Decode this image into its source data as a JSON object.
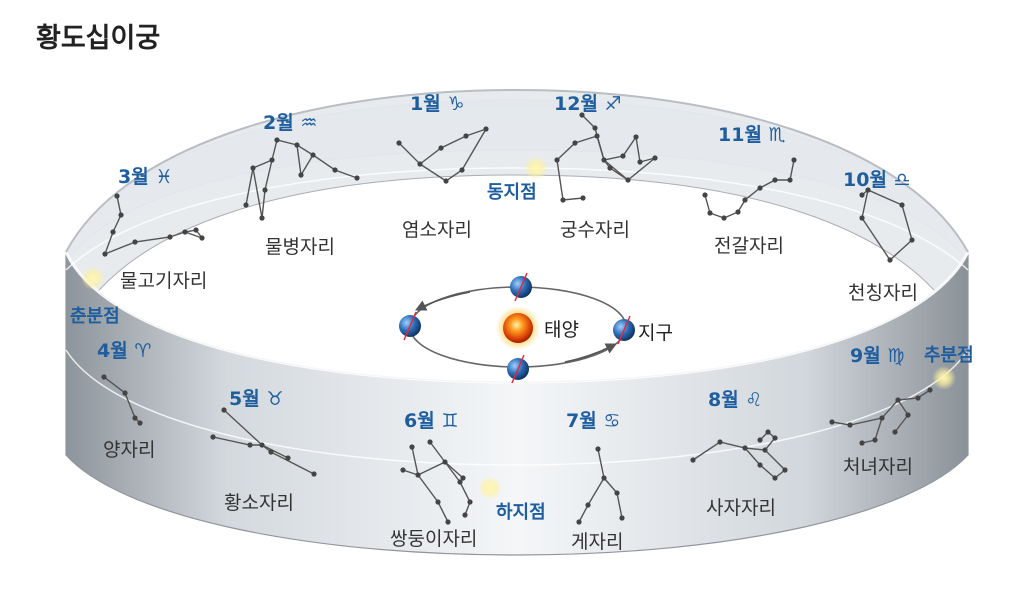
{
  "title": "황도십이궁",
  "months": [
    {
      "label": "1월",
      "sym": "♑"
    },
    {
      "label": "2월",
      "sym": "♒"
    },
    {
      "label": "3월",
      "sym": "♓"
    },
    {
      "label": "4월",
      "sym": "♈"
    },
    {
      "label": "5월",
      "sym": "♉"
    },
    {
      "label": "6월",
      "sym": "♊"
    },
    {
      "label": "7월",
      "sym": "♋"
    },
    {
      "label": "8월",
      "sym": "♌"
    },
    {
      "label": "9월",
      "sym": "♍"
    },
    {
      "label": "10월",
      "sym": "♎"
    },
    {
      "label": "11월",
      "sym": "♏"
    },
    {
      "label": "12월",
      "sym": "♐"
    }
  ],
  "constellations": {
    "capricornus": "염소자리",
    "aquarius": "물병자리",
    "pisces": "물고기자리",
    "aries": "양자리",
    "taurus": "황소자리",
    "gemini": "쌍둥이자리",
    "cancer": "게자리",
    "leo": "사자자리",
    "virgo": "처녀자리",
    "libra": "천칭자리",
    "scorpius": "전갈자리",
    "sagittarius": "궁수자리"
  },
  "points": {
    "winter_solstice": "동지점",
    "vernal_equinox": "춘분점",
    "summer_solstice": "하지점",
    "autumnal_equinox": "추분점"
  },
  "center": {
    "sun": "태양",
    "earth": "지구"
  },
  "colors": {
    "label_blue": "#1f5e9e",
    "glow": "#fff2a0"
  }
}
